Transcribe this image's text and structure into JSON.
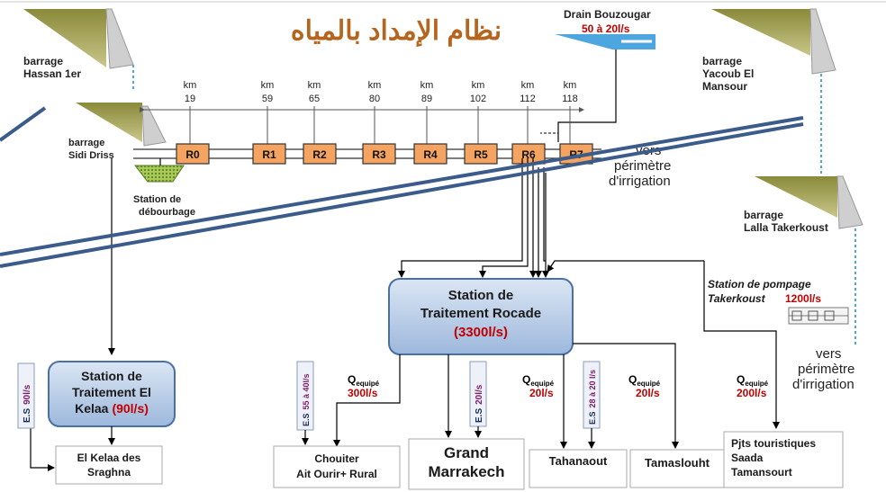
{
  "title": "نظام الإمداد بالمياه",
  "drain": {
    "label": "Drain Bouzougar",
    "flow": "50 à 20l/s"
  },
  "dams": {
    "hassan": [
      "barrage",
      "Hassan 1er"
    ],
    "sidi_driss": [
      "barrage",
      "Sidi Driss"
    ],
    "yacoub": [
      "barrage",
      "Yacoub El",
      "Mansour"
    ],
    "lalla": [
      "barrage",
      "Lalla Takerkoust"
    ]
  },
  "km_unit": "km",
  "km_marks": [
    "19",
    "59",
    "65",
    "80",
    "89",
    "102",
    "112",
    "118"
  ],
  "reservoirs": [
    "R0",
    "R1",
    "R2",
    "R3",
    "R4",
    "R5",
    "R6",
    "R7"
  ],
  "irrigation_top": [
    "vers",
    "périmètre",
    "d'irrigation"
  ],
  "irrigation_right": [
    "vers",
    "périmètre",
    "d'irrigation"
  ],
  "debourbage": [
    "Station de",
    "débourbage"
  ],
  "pumping": {
    "lines": [
      "Station de pompage",
      "Takerkoust"
    ],
    "flow": "1200l/s"
  },
  "rocade": {
    "lines": [
      "Station de",
      "Traitement Rocade"
    ],
    "flow": "(3300l/s)"
  },
  "kelaa": {
    "lines": [
      "Station de",
      "Traitement El",
      "Kelaa"
    ],
    "flow": "(90l/s)"
  },
  "es_labels": [
    {
      "prefix": "E.S",
      "value": "90l/s"
    },
    {
      "prefix": "E.S",
      "value": "55 à 40l/s"
    },
    {
      "prefix": "E.S",
      "value": "20l/s"
    },
    {
      "prefix": "E.S",
      "value": "28 à 20 l/s"
    }
  ],
  "q_equipe": [
    {
      "q": "Q",
      "sub": "equipé",
      "flow": "300l/s"
    },
    {
      "q": "Q",
      "sub": "equipé",
      "flow": "20l/s"
    },
    {
      "q": "Q",
      "sub": "equipé",
      "flow": "20l/s"
    },
    {
      "q": "Q",
      "sub": "equipé",
      "flow": "200l/s"
    }
  ],
  "destinations": {
    "sraghna": [
      "El Kelaa des",
      "Sraghna"
    ],
    "chouiter": [
      "Chouiter",
      "Ait Ourir+ Rural"
    ],
    "marrakech": [
      "Grand",
      "Marrakech"
    ],
    "tahanaout": [
      "Tahanaout"
    ],
    "tamaslouht": [
      "Tamaslouht"
    ],
    "pjts": [
      "Pjts touristiques",
      "Saada",
      "Tamansourt"
    ]
  },
  "colors": {
    "title": "#b5651d",
    "reservoir_fill": "#f4a460",
    "station_fill": "#b8cce4",
    "station_stroke": "#4a6fa5",
    "flow_red": "#c00000",
    "drain_blue": "#4da6e0",
    "stripe": "#3b5b8a",
    "es_fill": "#eef1f8"
  }
}
